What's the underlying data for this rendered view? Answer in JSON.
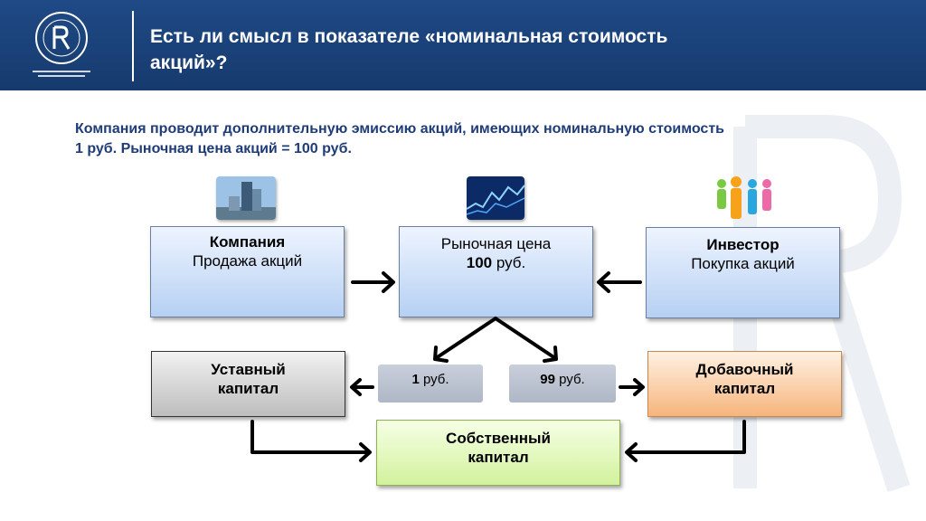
{
  "header": {
    "title_line1": "Есть ли смысл в показателе «номинальная стоимость",
    "title_line2": "акций»?"
  },
  "lead": {
    "line1": "Компания проводит дополнительную эмиссию акций, имеющих номинальную стоимость",
    "line2": "1 руб.  Рыночная цена акций = 100 руб."
  },
  "boxes": {
    "company": {
      "title": "Компания",
      "subtitle": "Продажа акций"
    },
    "market": {
      "line1": "Рыночная цена",
      "value": "100",
      "unit": " руб."
    },
    "investor": {
      "title": "Инвестор",
      "subtitle": "Покупка акций"
    },
    "charter": {
      "line1": "Уставный",
      "line2": "капитал"
    },
    "additional": {
      "line1": "Добавочный",
      "line2": "капитал"
    },
    "equity": {
      "line1": "Собственный",
      "line2": "капитал"
    }
  },
  "chips": {
    "left": {
      "value": "1",
      "unit": " руб."
    },
    "right": {
      "value": "99",
      "unit": " руб."
    }
  },
  "icons": [
    "university-logo-icon",
    "building-photo-icon",
    "market-chart-photo-icon",
    "people-icon"
  ],
  "colors": {
    "header": "#1f4a86",
    "lead_text": "#1f3c78"
  }
}
